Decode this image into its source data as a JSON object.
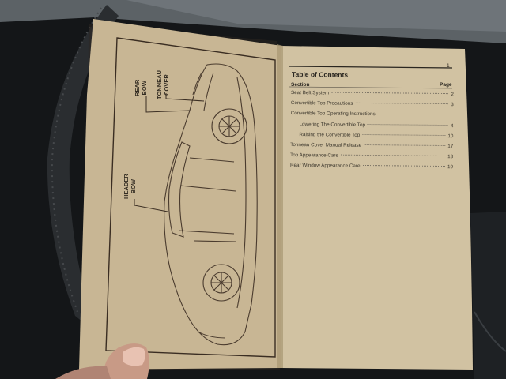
{
  "booklet": {
    "diagram_labels": {
      "rear_bow": "REAR\nBOW",
      "tonneau_cover": "TONNEAU\nCOVER",
      "header_bow": "HEADER\nBOW"
    },
    "toc": {
      "page_number": "1",
      "title": "Table of Contents",
      "section_header": "Section",
      "page_header": "Page",
      "entries": [
        {
          "label": "Seat Belt System",
          "page": "2"
        },
        {
          "label": "Convertible Top Precautions",
          "page": "3"
        },
        {
          "label": "Convertible Top Operating Instructions",
          "page": ""
        },
        {
          "label": "Lowering The Convertible Top",
          "page": "4"
        },
        {
          "label": "Raising the Convertible Top",
          "page": "10"
        },
        {
          "label": "Tonneau Cover Manual Release",
          "page": "17"
        },
        {
          "label": "Top Appearance Care",
          "page": "18"
        },
        {
          "label": "Rear Window Appearance Care",
          "page": "19"
        }
      ]
    }
  }
}
